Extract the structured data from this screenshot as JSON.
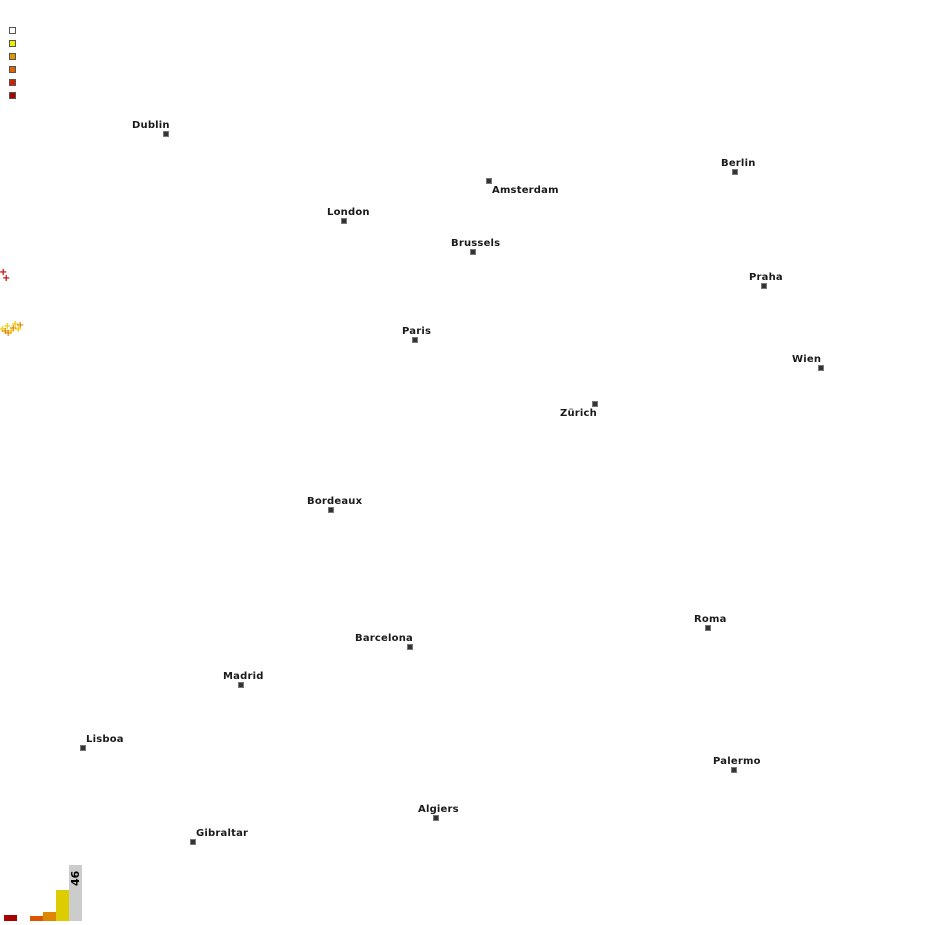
{
  "legend": {
    "colors": [
      "#ffffff",
      "#eeee00",
      "#dd9900",
      "#dd6600",
      "#cc2200",
      "#aa0000"
    ]
  },
  "cities": [
    {
      "name": "Dublin"
    },
    {
      "name": "Amsterdam"
    },
    {
      "name": "Berlin"
    },
    {
      "name": "London"
    },
    {
      "name": "Brussels"
    },
    {
      "name": "Praha"
    },
    {
      "name": "Paris"
    },
    {
      "name": "Wien"
    },
    {
      "name": "Zürich"
    },
    {
      "name": "Bordeaux"
    },
    {
      "name": "Roma"
    },
    {
      "name": "Barcelona"
    },
    {
      "name": "Madrid"
    },
    {
      "name": "Lisboa"
    },
    {
      "name": "Palermo"
    },
    {
      "name": "Algiers"
    },
    {
      "name": "Gibraltar"
    }
  ],
  "strike_groups": [
    {
      "count": 2,
      "color": "#cc0000"
    },
    {
      "count": 9,
      "color": "#eecc00"
    }
  ],
  "histogram": {
    "bins": [
      {
        "color": "#aa0000",
        "value": 6
      },
      {
        "color": "#ffffff",
        "value": 0
      },
      {
        "color": "#dd5500",
        "value": 5
      },
      {
        "color": "#dd8800",
        "value": 9
      },
      {
        "color": "#ddcc00",
        "value": 31
      }
    ],
    "total": "46"
  }
}
